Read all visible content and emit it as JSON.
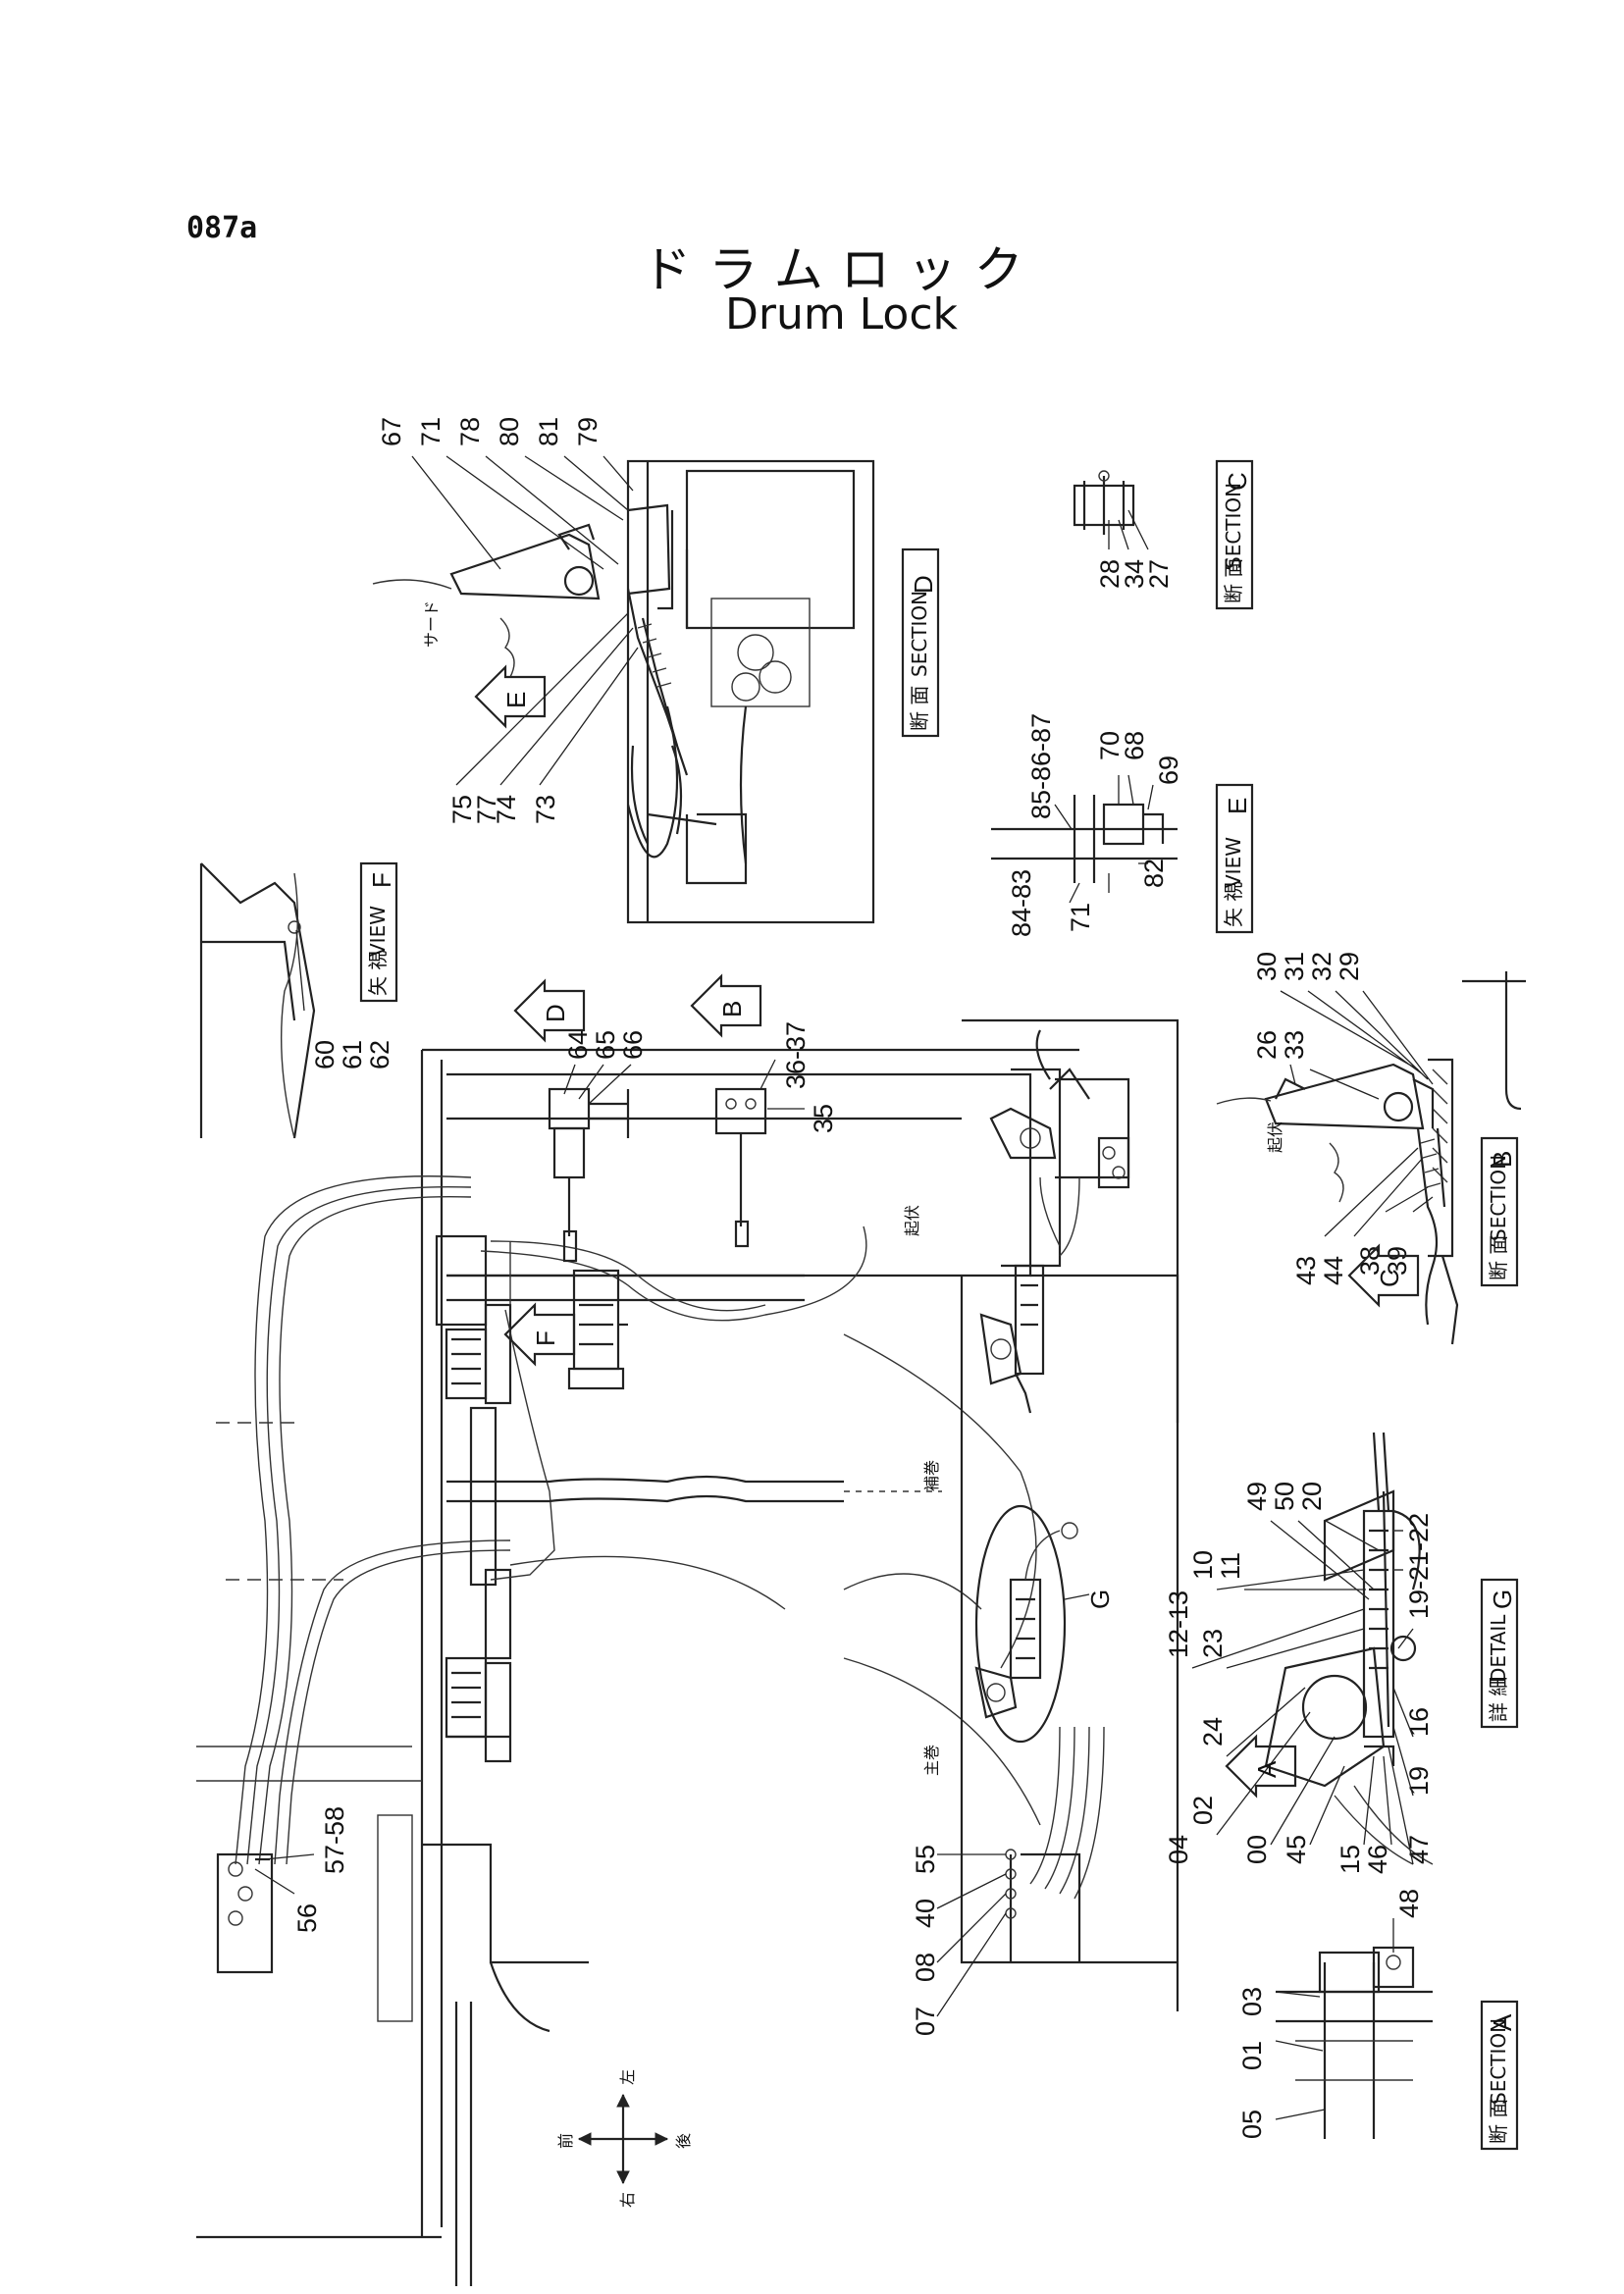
{
  "page_number": "087a",
  "title_jp": "ドラムロック",
  "title_en": "Drum Lock",
  "section_labels": [
    {
      "jp": "断 面",
      "en": "SECTION",
      "letter": "C"
    },
    {
      "jp": "断 面",
      "en": "SECTION",
      "letter": "D"
    },
    {
      "jp": "矢 視",
      "en": "VIEW",
      "letter": "E"
    },
    {
      "jp": "矢 視",
      "en": "VIEW",
      "letter": "F"
    },
    {
      "jp": "断 面",
      "en": "SECTION",
      "letter": "B"
    },
    {
      "jp": "詳 細",
      "en": "DETAIL",
      "letter": "G"
    },
    {
      "jp": "断 面",
      "en": "SECTION",
      "letter": "A"
    }
  ],
  "view_arrows": [
    "E",
    "D",
    "B",
    "F",
    "C",
    "A"
  ],
  "detail_marker": "G",
  "jp_notes": [
    "サード",
    "起伏",
    "起伏",
    "補巻",
    "主巻"
  ],
  "direction_labels": {
    "rear": "後",
    "left": "左",
    "right": "右",
    "front": "前"
  },
  "callouts": {
    "section_d": [
      "67",
      "71",
      "78",
      "80",
      "81",
      "79",
      "75",
      "77",
      "74",
      "73"
    ],
    "section_c": [
      "28",
      "34",
      "27"
    ],
    "view_e": [
      "85-86-87",
      "70",
      "68",
      "69",
      "84-83",
      "82",
      "71"
    ],
    "view_f": [
      "60",
      "61",
      "62"
    ],
    "main_plan": [
      "64",
      "65",
      "66",
      "35",
      "36-37",
      "56",
      "57-58",
      "55",
      "40",
      "08",
      "07"
    ],
    "section_b": [
      "30",
      "31",
      "32",
      "29",
      "26",
      "33",
      "43",
      "44",
      "38",
      "39"
    ],
    "detail_g": [
      "49",
      "50",
      "20",
      "10",
      "11",
      "12-13",
      "19-21-22",
      "23",
      "24",
      "16",
      "19",
      "02",
      "04",
      "00",
      "47",
      "45",
      "15",
      "46"
    ],
    "section_a": [
      "48",
      "03",
      "01",
      "05"
    ]
  }
}
